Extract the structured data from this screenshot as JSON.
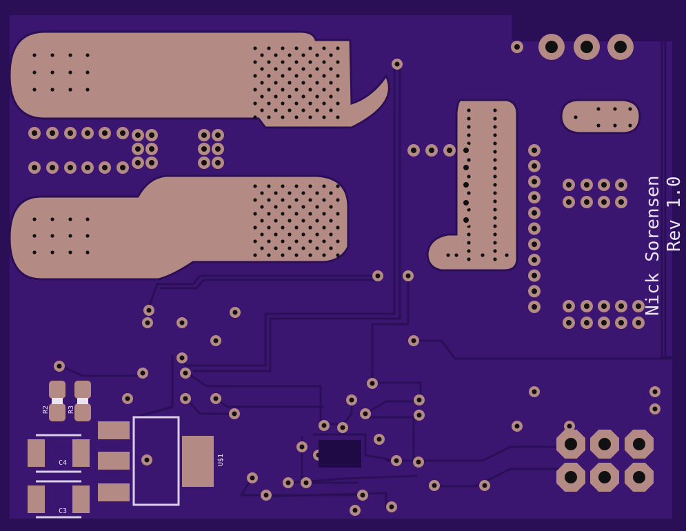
{
  "board": {
    "colors": {
      "substrate": "#2a0f57",
      "copper_pour": "#3b1670",
      "trace": "#2a0f57",
      "pad": "#b48a85",
      "hole": "#111111",
      "silkscreen": "#e9e3f2"
    }
  },
  "silkscreen": {
    "author": "Nick Sorensen",
    "revision": "Rev 1.0",
    "labels": {
      "r2": "R2",
      "r3": "R3",
      "c4": "C4",
      "c3": "C3",
      "u1": "U$1"
    }
  }
}
